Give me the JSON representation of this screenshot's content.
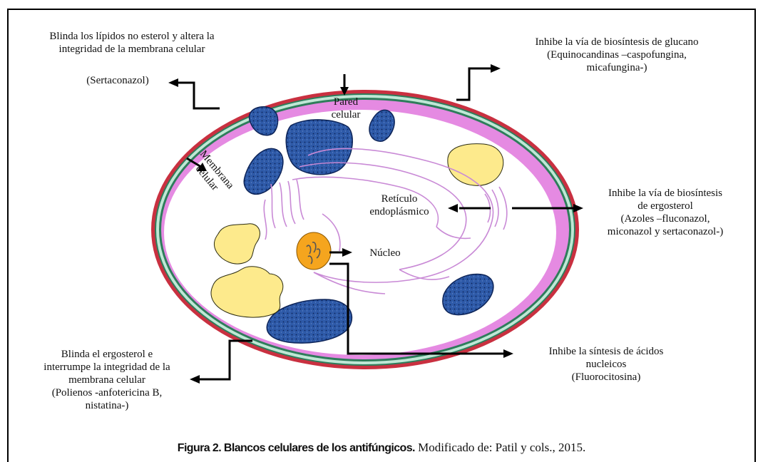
{
  "labels": {
    "top_left": {
      "lines": [
        "Blinda los lípidos no esterol y altera la",
        "integridad de la membrana celular"
      ],
      "drug": "(Sertaconazol)"
    },
    "top_right": {
      "lines": [
        "Inhibe la vía de biosíntesis de glucano",
        "(Equinocandinas –caspofungina,",
        "micafungina-)"
      ]
    },
    "middle_right": {
      "lines": [
        "Inhibe la vía de biosíntesis",
        "de ergosterol",
        "(Azoles –fluconazol,",
        "miconazol y sertaconazol-)"
      ]
    },
    "bottom_left": {
      "lines": [
        "Blinda el ergosterol e",
        "interrumpe la integridad de la",
        "membrana celular",
        "(Polienos -anfotericina B,",
        "nistatina-)"
      ]
    },
    "bottom_right": {
      "lines": [
        "Inhibe la síntesis de ácidos",
        "nucleicos",
        "(Fluorocitosina)"
      ]
    },
    "structures": {
      "cell_wall": [
        "Pared",
        "celular"
      ],
      "membrane": [
        "Membrana",
        "celular"
      ],
      "er": [
        "Retículo",
        "endoplásmico"
      ],
      "nucleus": "Núcleo"
    }
  },
  "caption": {
    "bold": "Figura 2. Blancos celulares de los antifúngicos.",
    "rest": " Modificado de: Patil y cols., 2015."
  },
  "colors": {
    "cell_wall": "#c93040",
    "membrane_band": "#bfe7d5",
    "membrane_inner": "#e58ae2",
    "mitochondria": "#2e5aa8",
    "vacuole": "#fdea8c",
    "nucleus": "#f5a51e",
    "er": "#c98ad6"
  }
}
